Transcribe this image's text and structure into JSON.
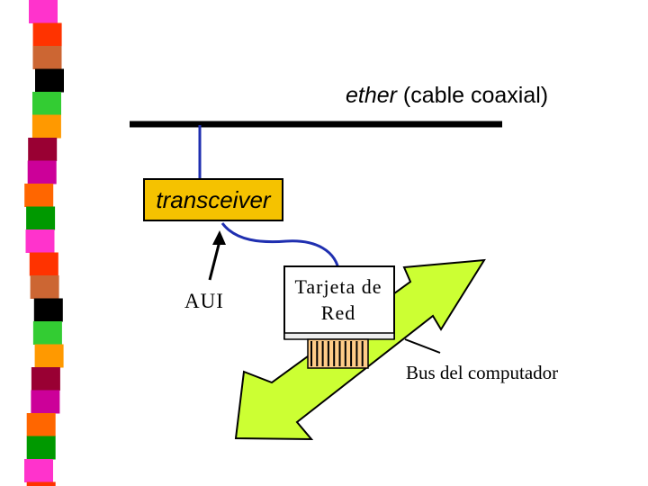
{
  "ether": {
    "label_italic": "ether",
    "label_rest": " (cable coaxial)"
  },
  "transceiver": {
    "label": "transceiver"
  },
  "aui": {
    "label": "AUI"
  },
  "network_card": {
    "line1": "Tarjeta de",
    "line2": "Red"
  },
  "bus": {
    "label": "Bus del computador"
  },
  "colors": {
    "ether_cable": "#000000",
    "drop_cable": "#1f2fb0",
    "transceiver_fill": "#f5c200",
    "bus_arrow_fill": "#ccff33",
    "connector_fill": "#ffcc88",
    "sidebar": [
      "#ff33cc",
      "#ff3300",
      "#cc6633",
      "#000000",
      "#33cc33",
      "#ff9900",
      "#990033",
      "#cc0099",
      "#ff6600",
      "#009900"
    ]
  }
}
